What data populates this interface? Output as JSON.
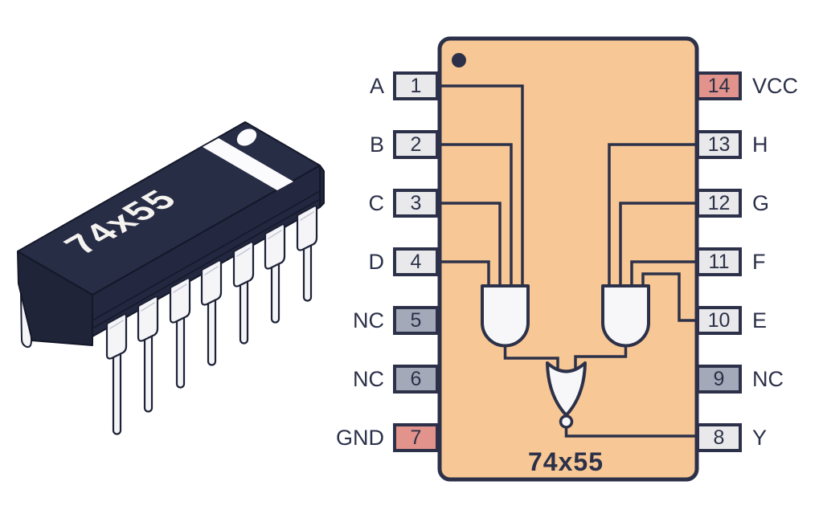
{
  "colors": {
    "outline_navy": "#2c3149",
    "ic_body_orange": "#f7c795",
    "pin_signal_gray": "#e9e9eb",
    "pin_nc_slate": "#a4a9b9",
    "pin_power_salmon": "#e2938b",
    "package_3d_navy": "#262b42",
    "gate_fill_white": "#f7f7f9"
  },
  "illustration": {
    "label": "74x55"
  },
  "pinout": {
    "chip_label": "74x55",
    "left_pins": [
      {
        "number": "1",
        "name": "A",
        "type": "signal"
      },
      {
        "number": "2",
        "name": "B",
        "type": "signal"
      },
      {
        "number": "3",
        "name": "C",
        "type": "signal"
      },
      {
        "number": "4",
        "name": "D",
        "type": "signal"
      },
      {
        "number": "5",
        "name": "NC",
        "type": "nc"
      },
      {
        "number": "6",
        "name": "NC",
        "type": "nc"
      },
      {
        "number": "7",
        "name": "GND",
        "type": "power"
      }
    ],
    "right_pins": [
      {
        "number": "14",
        "name": "VCC",
        "type": "power"
      },
      {
        "number": "13",
        "name": "H",
        "type": "signal"
      },
      {
        "number": "12",
        "name": "G",
        "type": "signal"
      },
      {
        "number": "11",
        "name": "F",
        "type": "signal"
      },
      {
        "number": "10",
        "name": "E",
        "type": "signal"
      },
      {
        "number": "9",
        "name": "NC",
        "type": "nc"
      },
      {
        "number": "8",
        "name": "Y",
        "type": "signal"
      }
    ]
  }
}
